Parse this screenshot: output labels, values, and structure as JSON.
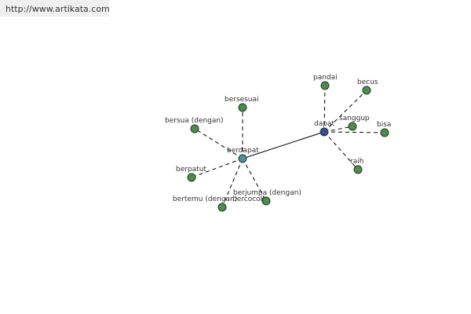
{
  "source": {
    "url_text": "http://www.artikata.com"
  },
  "colors": {
    "leaf_node": "#4e8c4e",
    "hub_berdapat": "#4b8ea0",
    "hub_dapat": "#3a4a96",
    "node_stroke": "#1f3a1f",
    "solid_edge": "#000000",
    "dashed_edge": "#000000"
  },
  "graph": {
    "nodes": [
      {
        "id": "berdapat",
        "label": "berdapat",
        "kind": "hub_berdapat"
      },
      {
        "id": "dapat",
        "label": "dapat",
        "kind": "hub_dapat"
      },
      {
        "id": "bersesuai",
        "label": "bersesuai",
        "kind": "leaf"
      },
      {
        "id": "bersua",
        "label": "bersua (dengan)",
        "kind": "leaf"
      },
      {
        "id": "berpatut",
        "label": "berpatut",
        "kind": "leaf"
      },
      {
        "id": "bertemu",
        "label": "bertemu (dengan)",
        "kind": "leaf"
      },
      {
        "id": "berjumpa",
        "label": "berjumpa (dengan)",
        "kind": "leaf"
      },
      {
        "id": "bercocok",
        "label": "bercocok",
        "kind": "leaf"
      },
      {
        "id": "pandai",
        "label": "pandai",
        "kind": "leaf"
      },
      {
        "id": "becus",
        "label": "becus",
        "kind": "leaf"
      },
      {
        "id": "sanggup",
        "label": "sanggup",
        "kind": "leaf"
      },
      {
        "id": "bisa",
        "label": "bisa",
        "kind": "leaf"
      },
      {
        "id": "raih",
        "label": "raih",
        "kind": "leaf"
      }
    ],
    "edges": [
      {
        "from": "berdapat",
        "to": "dapat",
        "style": "solid"
      },
      {
        "from": "berdapat",
        "to": "bersesuai",
        "style": "dashed"
      },
      {
        "from": "berdapat",
        "to": "bersua",
        "style": "dashed"
      },
      {
        "from": "berdapat",
        "to": "berpatut",
        "style": "dashed"
      },
      {
        "from": "berdapat",
        "to": "bertemu",
        "style": "dashed"
      },
      {
        "from": "berdapat",
        "to": "bercocok",
        "style": "dashed"
      },
      {
        "from": "dapat",
        "to": "pandai",
        "style": "dashed"
      },
      {
        "from": "dapat",
        "to": "becus",
        "style": "dashed"
      },
      {
        "from": "dapat",
        "to": "sanggup",
        "style": "dashed"
      },
      {
        "from": "dapat",
        "to": "bisa",
        "style": "dashed"
      },
      {
        "from": "dapat",
        "to": "raih",
        "style": "dashed"
      }
    ]
  }
}
